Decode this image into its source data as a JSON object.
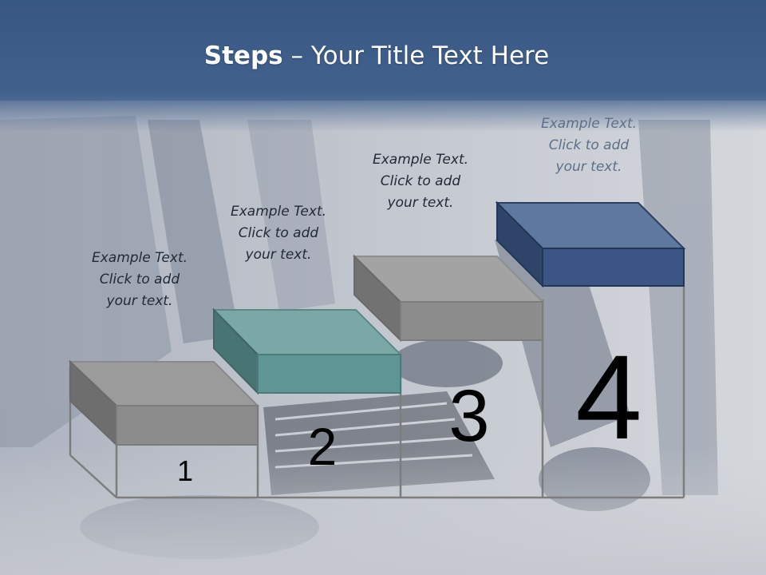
{
  "title": {
    "bold": "Steps",
    "rest": " – Your Title Text Here"
  },
  "steps": [
    {
      "number": "1",
      "text": [
        "Example Text.",
        "Click  to add",
        "your text."
      ]
    },
    {
      "number": "2",
      "text": [
        "Example Text.",
        "Click  to add",
        "your text."
      ]
    },
    {
      "number": "3",
      "text": [
        "Example Text.",
        "Click  to add",
        "your text."
      ]
    },
    {
      "number": "4",
      "text": [
        "Example Text.",
        "Click  to add",
        "your text."
      ]
    }
  ],
  "colors": {
    "header": "#3d5d8b",
    "step1": "#8c8c8c",
    "step2": "#5f9594",
    "step3": "#8d8d8d",
    "step4": "#3b5685"
  },
  "background_image": "office workers typing at computer keyboards (photo)"
}
